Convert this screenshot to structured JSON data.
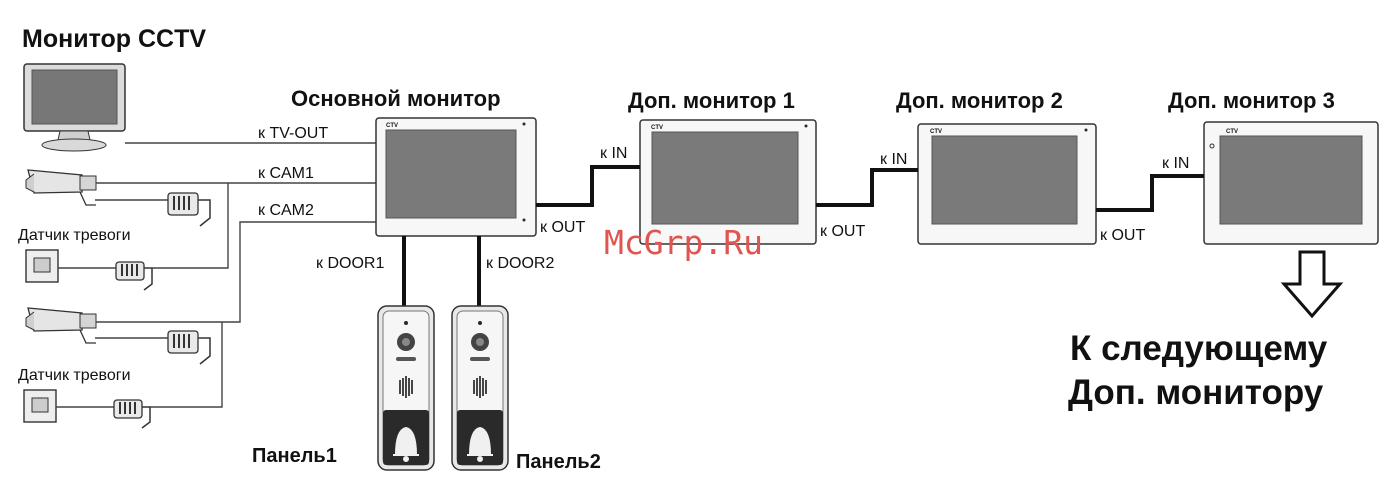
{
  "diagram": {
    "cctv_monitor_label": "Монитор CCTV",
    "main_monitor_label": "Основной монитор",
    "extra_monitor_1_label": "Доп. монитор 1",
    "extra_monitor_2_label": "Доп. монитор 2",
    "extra_monitor_3_label": "Доп. монитор 3",
    "brand_mark": "CTV",
    "ports": {
      "tv_out": "к TV-OUT",
      "cam1": "к CAM1",
      "cam2": "к CAM2",
      "door1": "к DOOR1",
      "door2": "к DOOR2",
      "in_label": "к IN",
      "out_label": "к OUT"
    },
    "alarm_sensor_label": "Датчик тревоги",
    "panel_1_label": "Панель1",
    "panel_2_label": "Панель2",
    "next_monitor_line1": "К следующему",
    "next_monitor_line2": "Доп. монитору",
    "watermark": "McGrp.Ru",
    "watermark_color": "#e0554f"
  }
}
